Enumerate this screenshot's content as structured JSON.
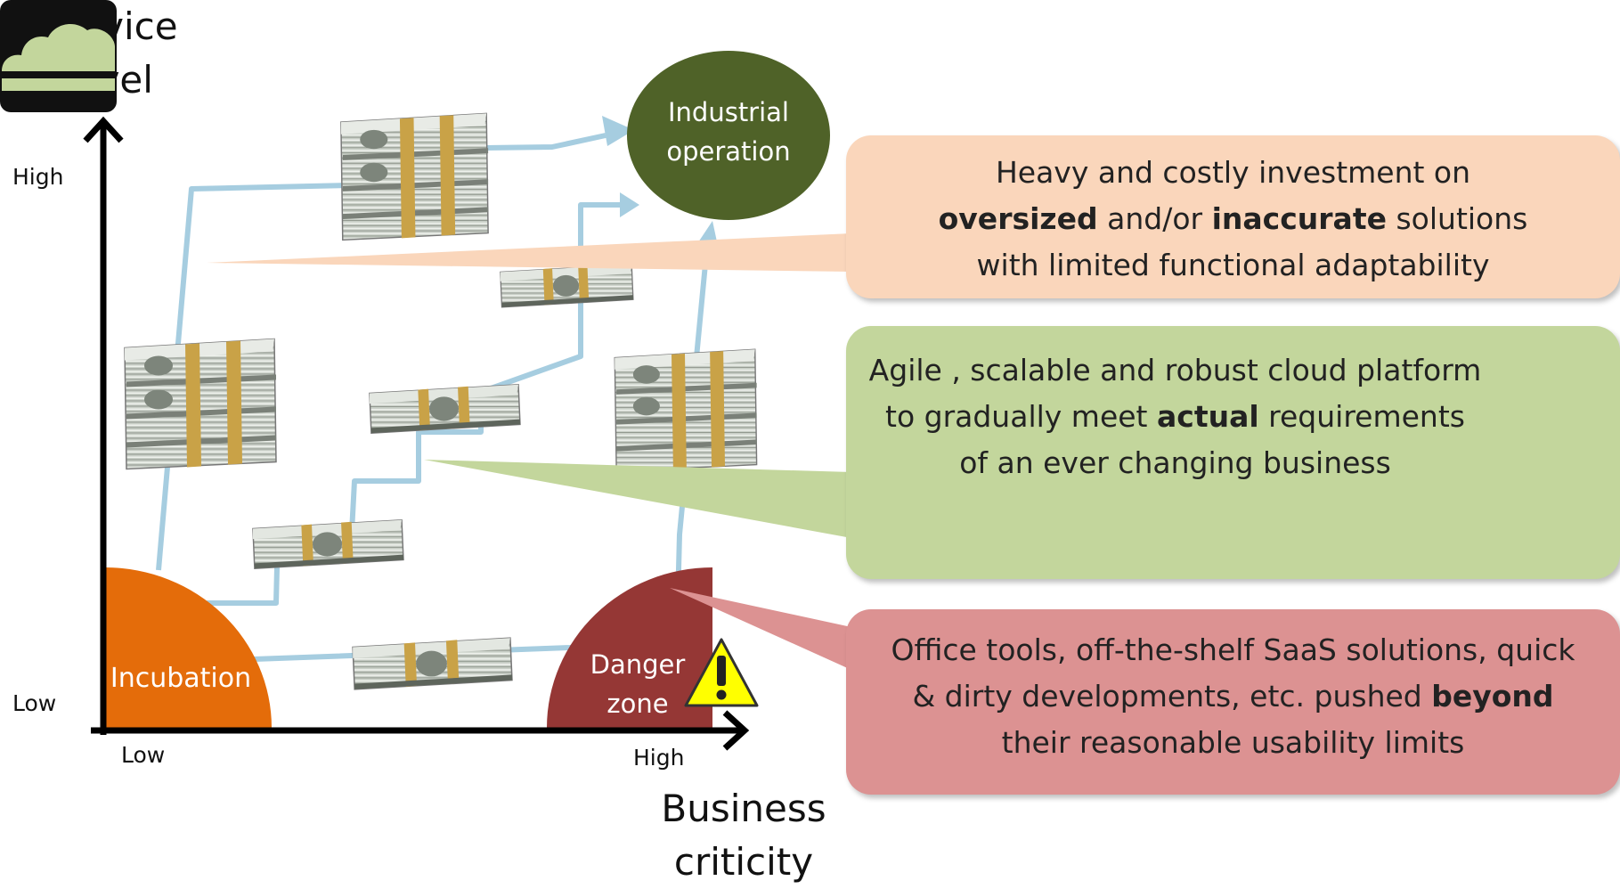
{
  "axes": {
    "y_title_line1": "Service",
    "y_title_line2": "level",
    "x_title_line1": "Business",
    "x_title_line2": "criticity",
    "y_high": "High",
    "y_low": "Low",
    "x_low": "Low",
    "x_high": "High"
  },
  "nodes": {
    "industrial_line1": "Industrial",
    "industrial_line2": "operation",
    "incubation": "Incubation",
    "danger_line1": "Danger",
    "danger_line2": "zone"
  },
  "callouts": {
    "top": {
      "line1": "Heavy and costly investment on",
      "line2_b1": "oversized",
      "line2_t1": " and/or ",
      "line2_b2": "inaccurate",
      "line2_t2": " solutions",
      "line3": "with limited functional adaptability"
    },
    "middle": {
      "line1": "Agile , scalable and robust cloud platform",
      "line2_t1": "to gradually meet ",
      "line2_b1": "actual",
      "line2_t2": " requirements",
      "line3": "of an ever changing business"
    },
    "bottom": {
      "line1": "Office tools, off-the-shelf SaaS solutions, quick",
      "line2_t1": "& dirty developments, etc. pushed ",
      "line2_b1": "beyond",
      "line3": "their reasonable usability limits"
    }
  },
  "icons": [
    "money-stack-icon",
    "warning-triangle-icon",
    "cloud-icon"
  ],
  "colors": {
    "incubation": "#e46c0a",
    "danger": "#953735",
    "industrial": "#4f6228",
    "path": "#a6cde0",
    "callout_top": "#fad6bb",
    "callout_mid": "#c3d69c",
    "callout_bot": "#dc9292",
    "warning": "#ffff00"
  }
}
